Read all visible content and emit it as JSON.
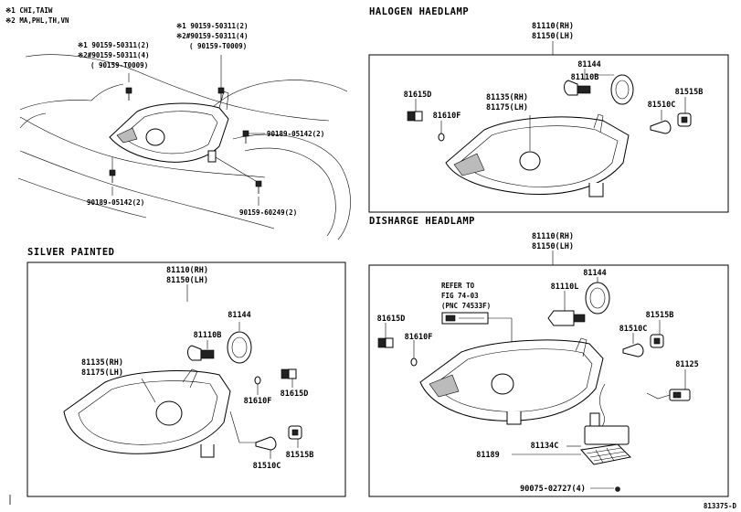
{
  "notes": {
    "n1": "※1 CHI,TAIW",
    "n2": "※2 MA,PHL,TH,VN"
  },
  "car": {
    "l_a1": "※1  90159-50311(2)",
    "l_a2": "※2#90159-50311(4)",
    "l_a3": "( 90159-T0009)",
    "l_b1": "※1  90159-50311(2)",
    "l_b2": "※2#90159-50311(4)",
    "l_b3": "( 90159-T0009)",
    "l_c": "90189-05142(2)",
    "l_d": "90189-05142(2)",
    "l_e": "90159-60249(2)"
  },
  "halogen": {
    "title": "HALOGEN HAEDLAMP",
    "top1": "81110(RH)",
    "top2": "81150(LH)",
    "p81144": "81144",
    "p81110b": "81110B",
    "p81615d": "81615D",
    "p81135": "81135(RH)",
    "p81175": "81175(LH)",
    "p81610f": "81610F",
    "p81515b": "81515B",
    "p81510c": "81510C"
  },
  "silver": {
    "title": "SILVER PAINTED",
    "top1": "81110(RH)",
    "top2": "81150(LH)",
    "p81144": "81144",
    "p81110b": "81110B",
    "p81135": "81135(RH)",
    "p81175": "81175(LH)",
    "p81610f": "81610F",
    "p81615d": "81615D",
    "p81515b": "81515B",
    "p81510c": "81510C"
  },
  "discharge": {
    "title": "DISHARGE HEADLAMP",
    "top1": "81110(RH)",
    "top2": "81150(LH)",
    "refer1": "REFER TO",
    "refer2": "FIG 74-03",
    "refer3": "(PNC 74533F)",
    "p81144": "81144",
    "p81110l": "81110L",
    "p81615d": "81615D",
    "p81610f": "81610F",
    "p81515b": "81515B",
    "p81510c": "81510C",
    "p81125": "81125",
    "p81189": "81189",
    "p81134c": "81134C",
    "p90075": "90075-02727(4)"
  },
  "footer": {
    "code": "813375-D"
  }
}
